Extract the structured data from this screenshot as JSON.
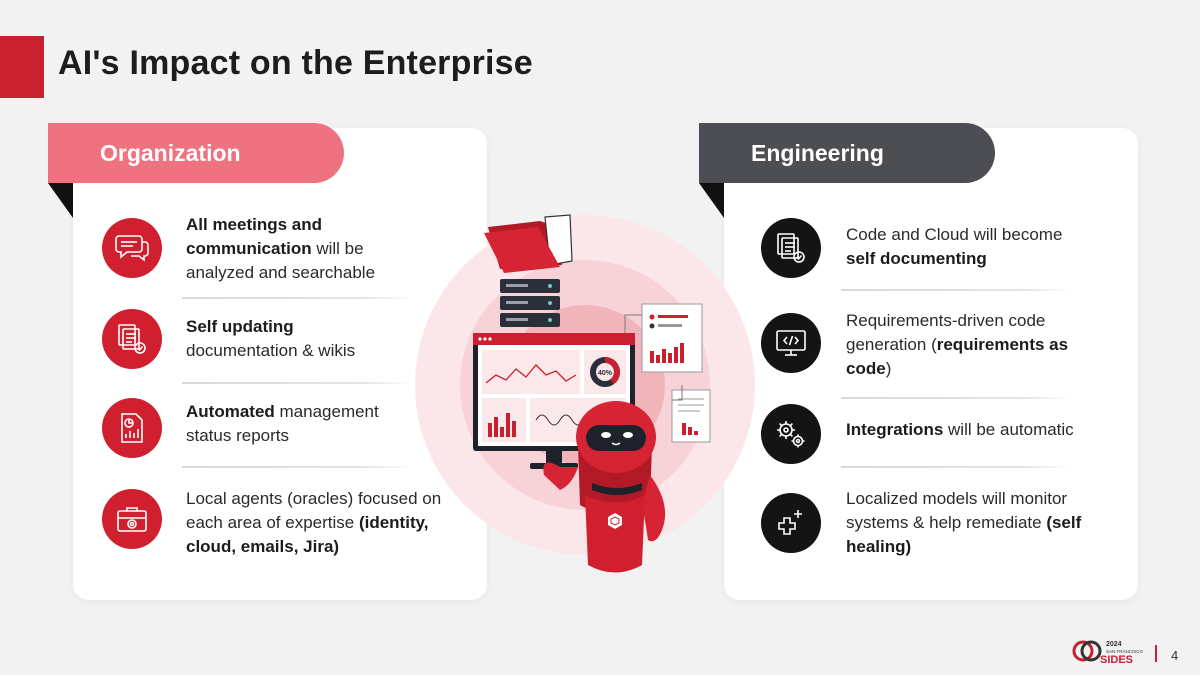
{
  "slide": {
    "title": "AI's Impact on the Enterprise",
    "page_number": "4"
  },
  "logo": {
    "year": "2024",
    "city": "SAN FRANCISCO",
    "brand": "SIDES"
  },
  "organization": {
    "tab_label": "Organization",
    "items": [
      {
        "icon": "chat-bubbles-icon",
        "bold": "All meetings and communication",
        "text": " will be analyzed and searchable"
      },
      {
        "icon": "documents-check-icon",
        "bold": "Self updating",
        "text": " documentation & wikis"
      },
      {
        "icon": "report-chart-icon",
        "bold": "Automated",
        "text": " management status reports"
      },
      {
        "icon": "briefcase-gear-icon",
        "text": "Local agents (oracles) focused on each area of expertise ",
        "bold": "(identity, cloud, emails, Jira)"
      }
    ]
  },
  "engineering": {
    "tab_label": "Engineering",
    "items": [
      {
        "icon": "documents-check-icon",
        "text": "Code and Cloud will become ",
        "bold": "self documenting"
      },
      {
        "icon": "monitor-code-icon",
        "text": "Requirements-driven code generation (",
        "bold": "requirements as code",
        "text_after": ")"
      },
      {
        "icon": "gears-icon",
        "bold": "Integrations",
        "text": " will be automatic"
      },
      {
        "icon": "healing-plus-icon",
        "text": "Localized models will monitor systems & help remediate ",
        "bold": "(self healing)"
      }
    ]
  },
  "illustration": {
    "donut_label": "40%",
    "donut_percent": 40
  },
  "colors": {
    "accent_red": "#c8202f",
    "org_tab": "#ef7281",
    "eng_tab": "#4d4e54",
    "icon_red": "#d01f2f",
    "icon_dark": "#141414"
  }
}
